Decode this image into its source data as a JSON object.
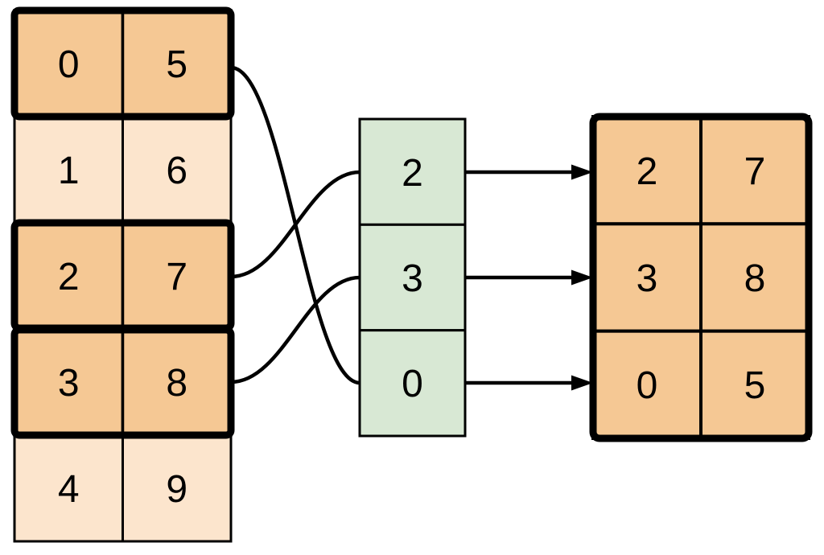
{
  "source_table": {
    "rows": [
      {
        "cells": [
          "0",
          "5"
        ],
        "highlighted": true
      },
      {
        "cells": [
          "1",
          "6"
        ],
        "highlighted": false
      },
      {
        "cells": [
          "2",
          "7"
        ],
        "highlighted": true
      },
      {
        "cells": [
          "3",
          "8"
        ],
        "highlighted": true
      },
      {
        "cells": [
          "4",
          "9"
        ],
        "highlighted": false
      }
    ]
  },
  "index_column": {
    "values": [
      "2",
      "3",
      "0"
    ]
  },
  "result_table": {
    "rows": [
      {
        "cells": [
          "2",
          "7"
        ]
      },
      {
        "cells": [
          "3",
          "8"
        ]
      },
      {
        "cells": [
          "0",
          "5"
        ]
      }
    ]
  },
  "colors": {
    "highlight_fill": "#f5c894",
    "light_fill": "#fce5cd",
    "index_fill": "#d8e8d4",
    "line": "#000000",
    "background": "#ffffff"
  }
}
